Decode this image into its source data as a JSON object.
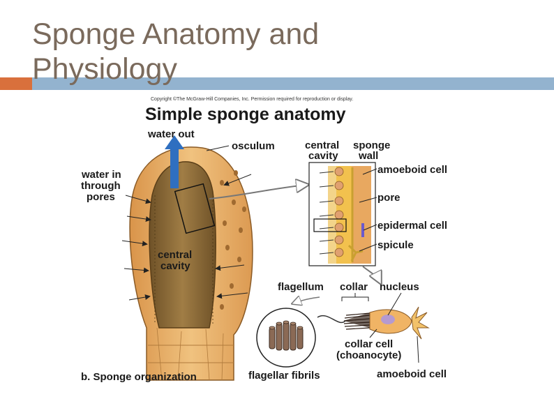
{
  "slide": {
    "title_line1": "Sponge Anatomy and",
    "title_line2": "Physiology"
  },
  "figure": {
    "copyright": "Copyright ©The McGraw-Hill Companies, Inc. Permission required for reproduction or display.",
    "heading": "Simple sponge anatomy",
    "caption": "b. Sponge organization",
    "labels": {
      "water_out": "water out",
      "osculum": "osculum",
      "water_in_1": "water in",
      "water_in_2": "through",
      "water_in_3": "pores",
      "central_cavity_1": "central",
      "central_cavity_2": "cavity",
      "inset_central_1": "central",
      "inset_central_2": "cavity",
      "sponge_wall_1": "sponge",
      "sponge_wall_2": "wall",
      "amoeboid_cell": "amoeboid cell",
      "pore": "pore",
      "epidermal_cell": "epidermal cell",
      "spicule": "spicule",
      "flagellum": "flagellum",
      "collar": "collar",
      "nucleus": "nucleus",
      "collar_cell_1": "collar cell",
      "collar_cell_2": "(choanocyte)",
      "amoeboid_cell_bottom": "amoeboid cell",
      "flagellar_fibrils": "flagellar fibrils"
    }
  },
  "colors": {
    "title": "#7a6a5c",
    "accent_orange": "#d9703c",
    "accent_blue": "#93b3cf",
    "sponge_body": "#e8b36a",
    "central_cavity": "#8b6a3a",
    "water_arrow": "#2f6fc0"
  }
}
